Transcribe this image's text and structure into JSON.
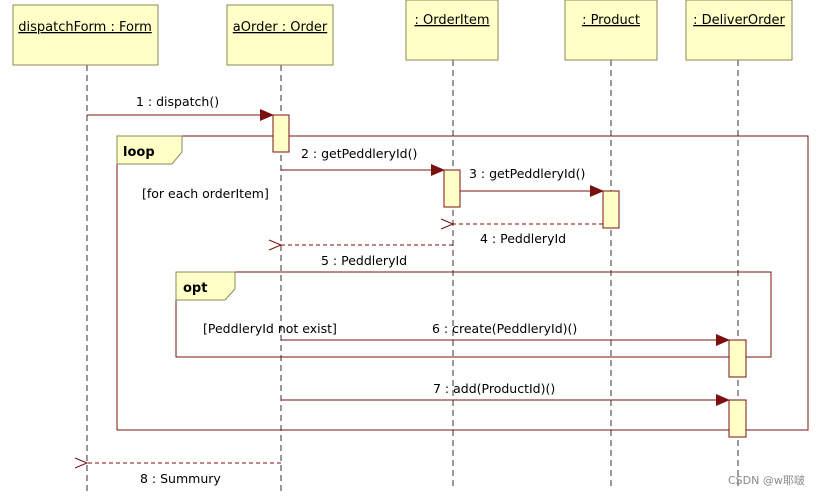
{
  "lifelines": [
    {
      "id": "form",
      "label": "dispatchForm : Form"
    },
    {
      "id": "order",
      "label": "aOrder : Order"
    },
    {
      "id": "item",
      "label": ": OrderItem"
    },
    {
      "id": "product",
      "label": ": Product"
    },
    {
      "id": "deliver",
      "label": ": DeliverOrder"
    }
  ],
  "fragments": {
    "loop": {
      "operator": "loop",
      "guard": "[for each orderItem]"
    },
    "opt": {
      "operator": "opt",
      "guard": "[PeddleryId not exist]"
    }
  },
  "messages": [
    {
      "label": "1 : dispatch()",
      "type": "call"
    },
    {
      "label": "2 : getPeddleryId()",
      "type": "call"
    },
    {
      "label": "3 : getPeddleryId()",
      "type": "call"
    },
    {
      "label": "4 : PeddleryId",
      "type": "return"
    },
    {
      "label": "5 : PeddleryId",
      "type": "return"
    },
    {
      "label": "6 : create(PeddleryId)()",
      "type": "call"
    },
    {
      "label": "7 : add(ProductId)()",
      "type": "call"
    },
    {
      "label": "8 : Summury",
      "type": "return"
    }
  ],
  "watermark": "CSDN @w耶啵",
  "colors": {
    "box_fill": "#ffffc8",
    "box_stroke": "#8a8a5a",
    "message": "#7a1010",
    "frame": "#7a1010",
    "lifeline": "#333333"
  }
}
